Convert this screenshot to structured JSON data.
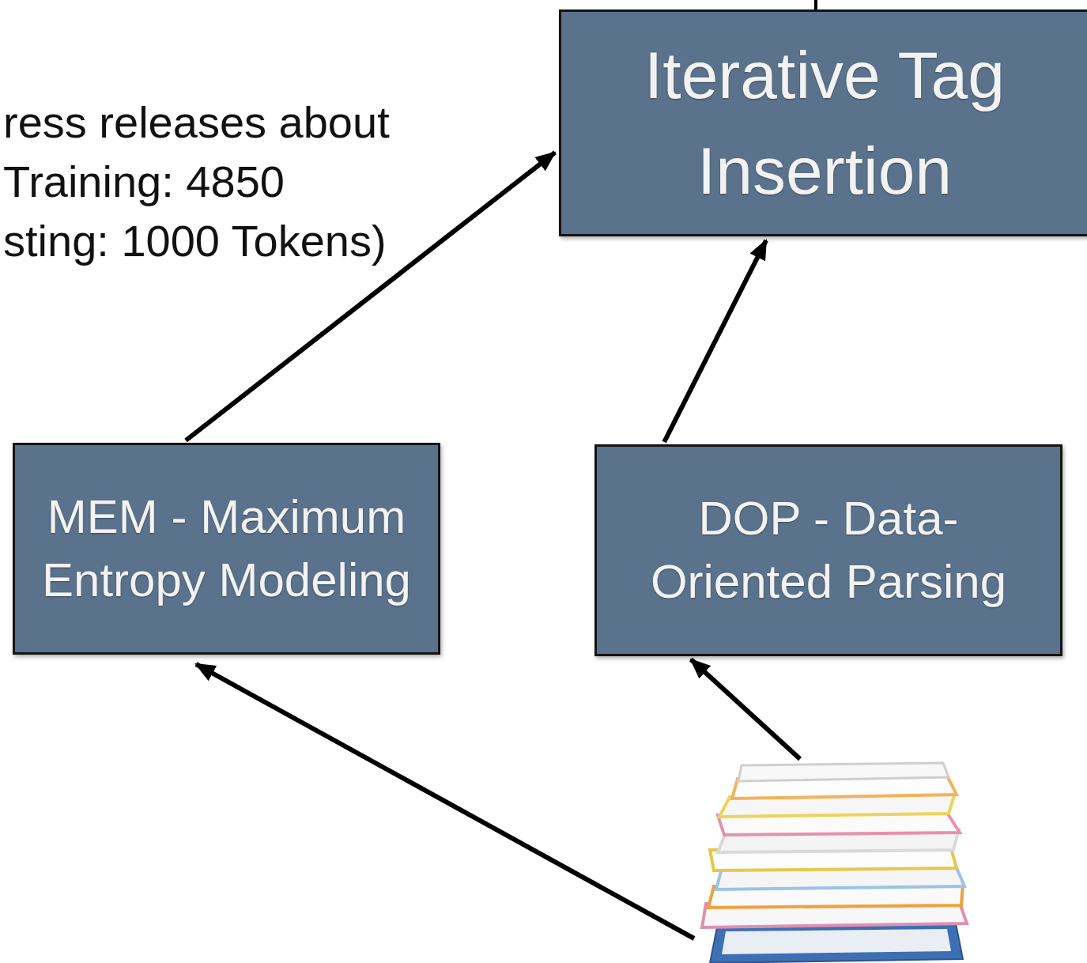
{
  "diagram": {
    "nodes": [
      {
        "text": [
          "Iterative Tag Insertion"
        ]
      },
      {
        "text": [
          "MEM - Maximum Entropy Modeling"
        ]
      },
      {
        "text": [
          "DOP - Data-Oriented Parsing"
        ]
      }
    ],
    "edges": [
      {
        "from": 1,
        "to": 0,
        "arrow": "to"
      },
      {
        "from": 2,
        "to": 0,
        "arrow": "to"
      }
    ],
    "labels": [
      "ress releases about Training: 4850 sting: 1000 Tokens)"
    ]
  }
}
